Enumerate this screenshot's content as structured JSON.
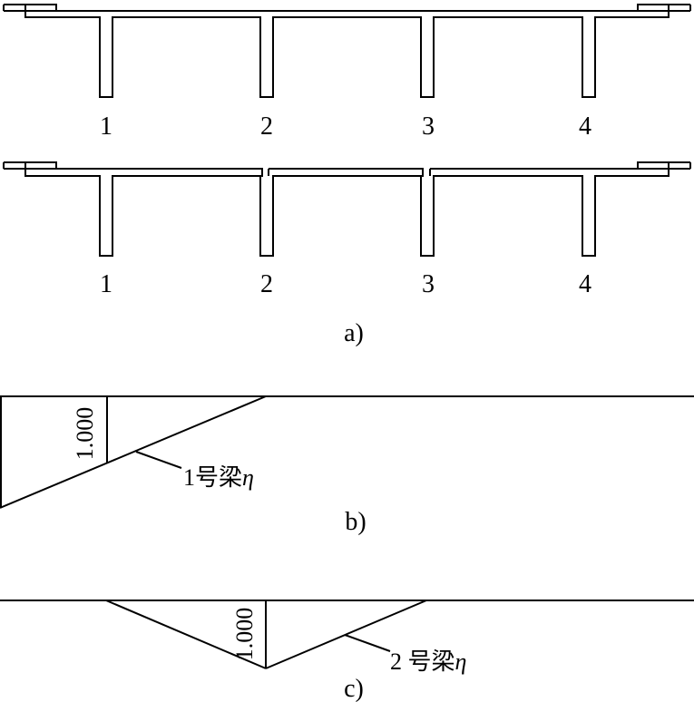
{
  "panel_a": {
    "girder_numbers_top": [
      "1",
      "2",
      "3",
      "4"
    ],
    "girder_numbers_bottom": [
      "1",
      "2",
      "3",
      "4"
    ],
    "caption": "a)"
  },
  "panel_b": {
    "ordinate": "1.000",
    "line_label": "1号梁",
    "eta": "η",
    "caption": "b)"
  },
  "panel_c": {
    "ordinate": "1.000",
    "line_label": "2 号梁",
    "eta": "η",
    "caption": "c)"
  }
}
